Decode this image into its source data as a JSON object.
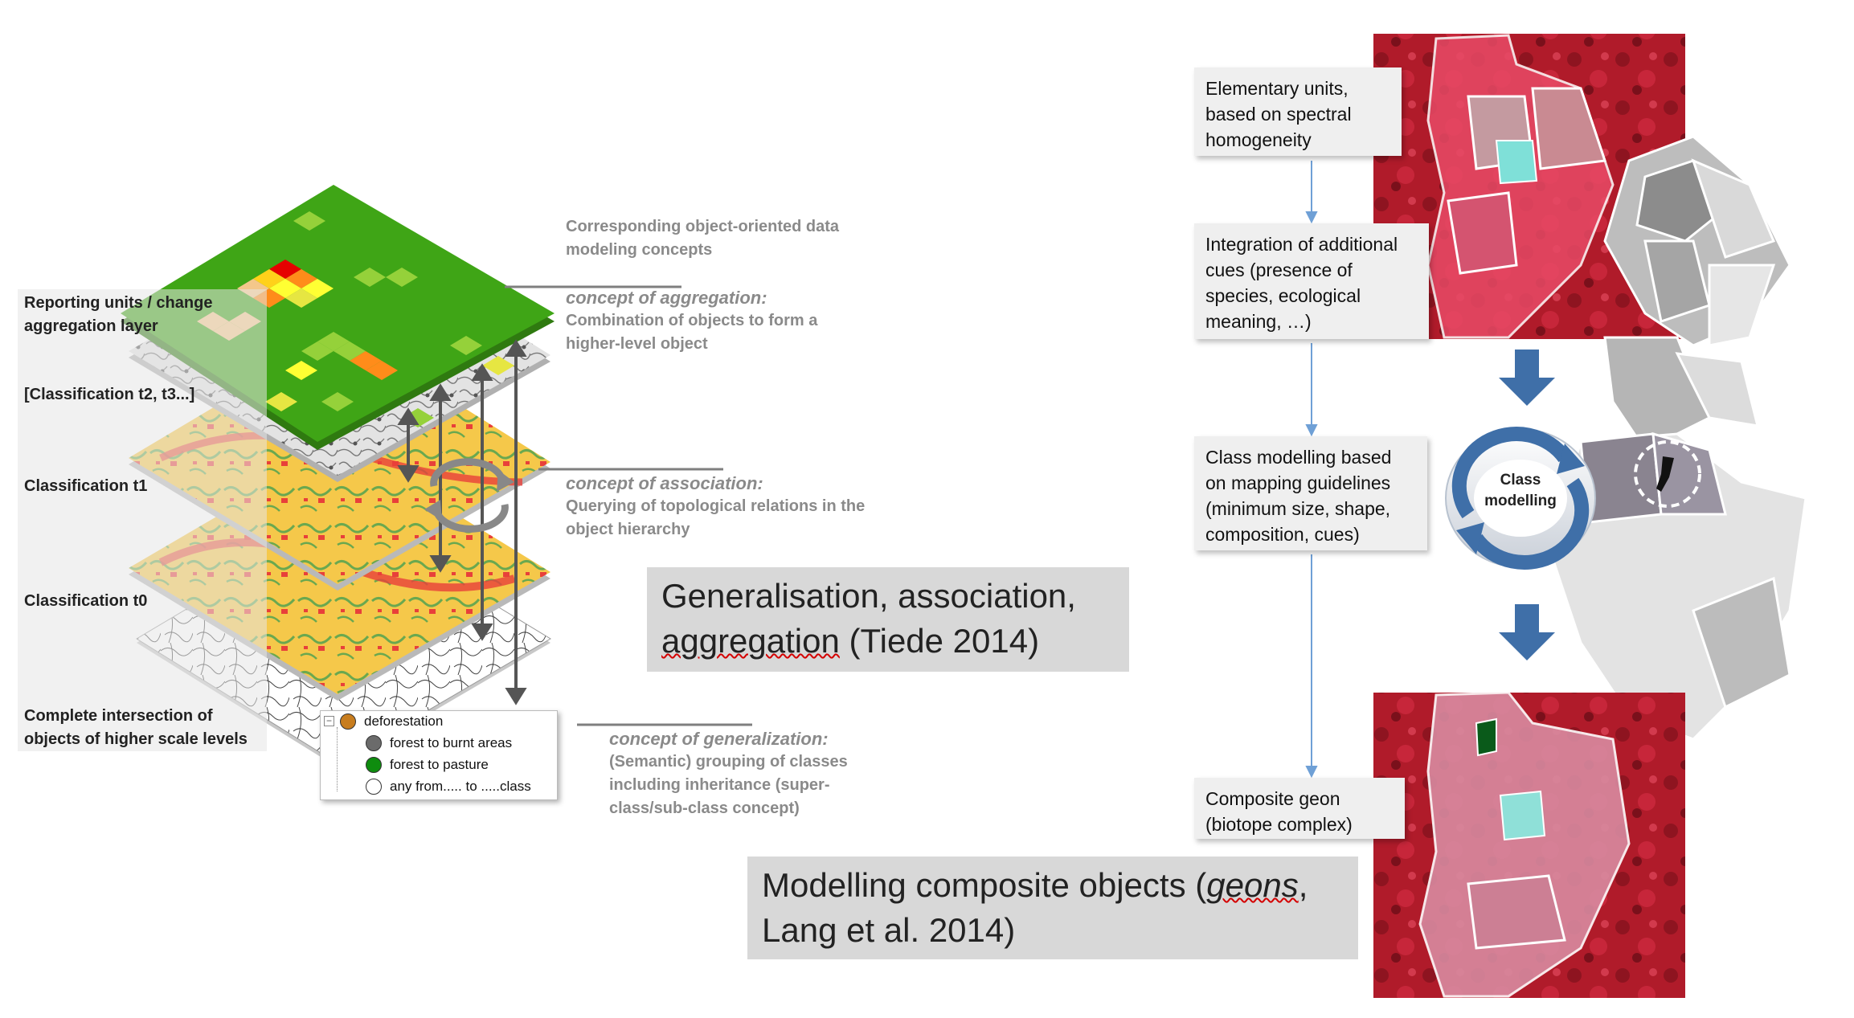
{
  "left_diagram": {
    "layer_labels": [
      "Reporting units / change aggregation layer",
      "[Classification t2, t3...]",
      "Classification t1",
      "Classification t0",
      "Complete intersection of objects of higher scale levels"
    ],
    "header": "Corresponding object-oriented data modeling concepts",
    "concepts": [
      {
        "title": "concept of aggregation:",
        "text": "Combination of objects to form a higher-level object"
      },
      {
        "title": "concept of association:",
        "text": "Querying of topological relations in the object hierarchy"
      },
      {
        "title": "concept of generalization:",
        "text": "(Semantic) grouping of classes including inheritance (super-class/sub-class concept)"
      }
    ],
    "legend": {
      "root": {
        "label": "deforestation",
        "color": "#c87d1e"
      },
      "children": [
        {
          "label": "forest to burnt areas",
          "color": "#6b6b6b"
        },
        {
          "label": "forest to pasture",
          "color": "#0e8c0e"
        },
        {
          "label": "any from..... to .....class",
          "color": "#ffffff"
        }
      ]
    }
  },
  "captions": {
    "left": {
      "line1": "Generalisation, association,",
      "line2_word": "aggregation",
      "line2_rest": " (Tiede 2014)"
    },
    "right": {
      "line1_pre": "Modelling composite objects (",
      "line1_word": "geons",
      "line1_post": ",",
      "line2": "Lang et al. 2014)"
    }
  },
  "right_diagram": {
    "steps": [
      "Elementary units, based on spectral homogeneity",
      "Integration of additional cues (presence of species, ecological meaning, …)",
      "Class modelling based on mapping guidelines (minimum size, shape, composition, cues)",
      "Composite geon (biotope complex)"
    ],
    "cycle_label_1": "Class",
    "cycle_label_2": "modelling"
  },
  "colors": {
    "top_green": "#3fa516",
    "classification_yellow": "#f5c84a",
    "grey_layer": "#d6d6d6",
    "arrow_blue": "#3f6fa8",
    "satellite_red": "#b01b2a"
  }
}
